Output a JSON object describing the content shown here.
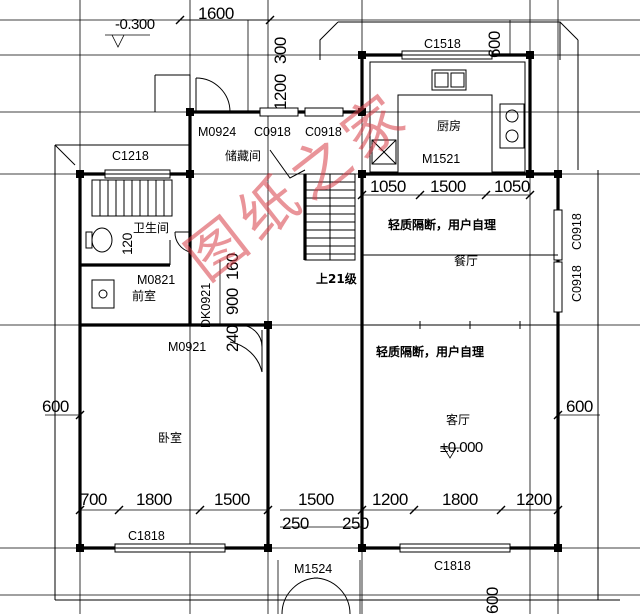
{
  "rooms": {
    "kitchen": "厨房",
    "storage": "储藏间",
    "bathroom": "卫生间",
    "front_room": "前室",
    "dining": "餐厅",
    "bedroom": "卧室",
    "living": "客厅"
  },
  "notes": {
    "partition_top": "轻质隔断，用户自理",
    "partition_bottom": "轻质隔断，用户自理",
    "stairs": "上21级",
    "level_top": "-0.300",
    "level_main": "±0.000"
  },
  "openings": {
    "c1518": "C1518",
    "c1218": "C1218",
    "m0924": "M0924",
    "c0918_a": "C0918",
    "c0918_b": "C0918",
    "m1521": "M1521",
    "c0918_right_a": "C0918",
    "c0918_right_b": "C0918",
    "m0821": "M0821",
    "dk0921": "DK0921",
    "m0921": "M0921",
    "c1818_left": "C1818",
    "c1818_right": "C1818",
    "m1524": "M1524"
  },
  "dimensions": {
    "top_1600": "1600",
    "v300": "300",
    "v1200": "1200",
    "v600_top": "600",
    "k1050_left": "1050",
    "k1500": "1500",
    "k1050_right": "1050",
    "v120": "120",
    "v160": "160",
    "v900": "900",
    "v240": "240",
    "side_600_left": "600",
    "side_600_right": "600",
    "b700": "700",
    "b1800_left": "1800",
    "b1500_left": "1500",
    "b1500_mid": "1500",
    "b1200_a": "1200",
    "b1800_right": "1800",
    "b1200_b": "1200",
    "b250_a": "250",
    "b250_b": "250",
    "v600_bottom": "600"
  },
  "watermark": "图纸之家",
  "colors": {
    "line": "#000000",
    "watermark": "#d73c46"
  }
}
